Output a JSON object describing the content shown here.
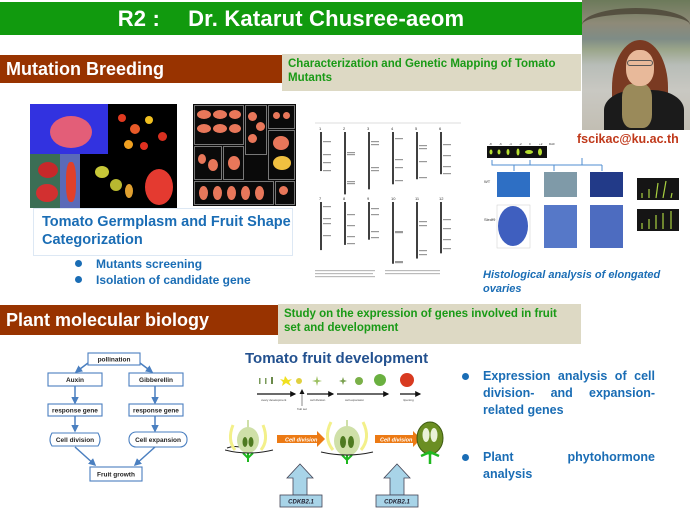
{
  "header": {
    "code": "R2 :",
    "name": "Dr. Katarut Chusree-aeom",
    "email": "fscikac@ku.ac.th",
    "photo_alt": "Portrait of researcher"
  },
  "section1": {
    "title": "Mutation Breeding",
    "subtitle": "Characterization and Genetic Mapping of Tomato Mutants",
    "germplasm_caption": "Tomato Germplasm and Fruit Shape Categorization",
    "bullets": [
      "Mutants screening",
      "Isolation of candidate gene"
    ],
    "histology": {
      "time_labels": [
        "-8",
        "-6",
        "-4",
        "-2",
        "0",
        "+2",
        "DAF"
      ],
      "row_labels": [
        "WT",
        "Sledf9"
      ],
      "caption": "Histological analysis of elongated ovaries"
    },
    "genetic_map": {
      "chromosomes_top": [
        "1",
        "2",
        "3",
        "4",
        "5",
        "6"
      ],
      "chromosomes_bottom": [
        "7",
        "8",
        "9",
        "10",
        "11",
        "12"
      ]
    }
  },
  "section2": {
    "title": "Plant molecular biology",
    "subtitle": "Study on the expression of genes involved in fruit set and development",
    "pathway": {
      "top": "pollination",
      "left": [
        "Auxin",
        "response gene",
        "Cell division"
      ],
      "right": [
        "Gibberellin",
        "response gene",
        "Cell expansion"
      ],
      "bottom": "Fruit growth"
    },
    "development": {
      "title": "Tomato fruit development",
      "stages": [
        "ovary development",
        "fruit set",
        "cell division",
        "cell expansion",
        "ripening"
      ],
      "arrow_label_1": "Cell division",
      "arrow_label_2": "Cell division",
      "gene_1": "CDKB2.1",
      "gene_2": "CDKB2.1"
    },
    "bullets": [
      "Expression analysis of cell division- and expansion-related genes",
      "Plant phytohormone analysis"
    ]
  },
  "colors": {
    "title_green": "#119a0e",
    "section_brown": "#983300",
    "subtitle_bg": "#ddd9c4",
    "subtitle_text": "#199a16",
    "body_blue": "#1a6db5",
    "email_red": "#c0391b"
  }
}
